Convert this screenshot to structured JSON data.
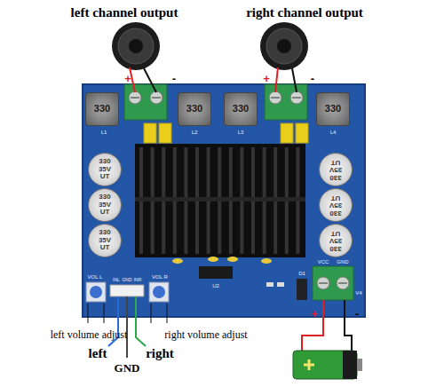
{
  "diagram": {
    "nodes": [
      {
        "text": [
          "330"
        ]
      },
      {
        "text": [
          "330"
        ]
      },
      {
        "text": [
          "330"
        ]
      },
      {
        "text": [
          "330"
        ]
      },
      {
        "text": [
          "330 35V UT"
        ]
      },
      {
        "text": [
          "330 35V UT"
        ]
      },
      {
        "text": [
          "330 35V UT"
        ]
      },
      {
        "text": [
          "330 35V UT"
        ]
      },
      {
        "text": [
          "330 35V UT"
        ]
      },
      {
        "text": [
          "330 35V UT"
        ]
      }
    ],
    "labels": [
      "left channel output",
      "right channel output",
      "+",
      "-",
      "+",
      "-",
      "L1",
      "L2",
      "L3",
      "L4",
      "VOL L",
      "INL",
      "GND",
      "INR",
      "VOL R",
      "U2",
      "D1",
      "VCC",
      "GND",
      "V4",
      "left volume adjust",
      "right volume adjust",
      "left",
      "GND",
      "right",
      "+",
      "-"
    ]
  }
}
